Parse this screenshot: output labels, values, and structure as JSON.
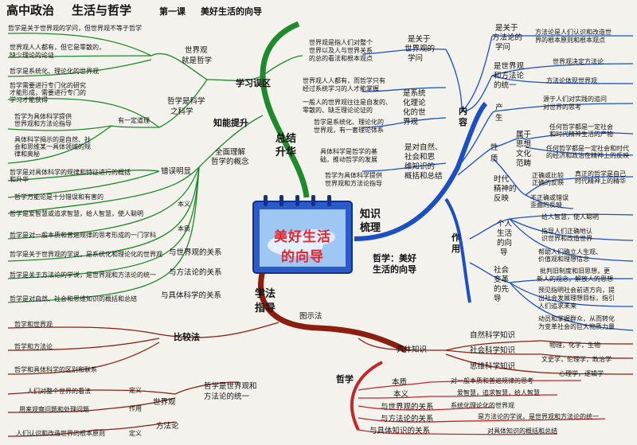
{
  "header": {
    "subject": "高中政治",
    "module": "生活与哲学",
    "lesson": "第一课",
    "lesson_title": "美好生活的向导"
  },
  "center": {
    "line1": "美好生活",
    "line2": "的向导"
  },
  "branches": {
    "summary": "总结",
    "summary2": "升华",
    "knowledge": "知识",
    "knowledge2": "梳理",
    "method": "学法",
    "method2": "指导",
    "study_area": "学习误区",
    "improve": "知能提升",
    "understand": "全面理解",
    "understand2": "哲学的概念",
    "phil_good": "哲学：美好",
    "phil_good2": "生活的向导",
    "content": "内",
    "content2": "容",
    "role": "作",
    "role2": "用",
    "diagram": "图示法",
    "compare": "比较法",
    "specific": "具体知识",
    "philosophy": "哲学",
    "unity": "哲学是世界观和",
    "unity2": "方法论的统一"
  },
  "left_top": {
    "l1": "哲学是关于世界观的学问，但世界观不等于哲学",
    "l2a": "世界观人人都有，但它是零散的，",
    "l2b": "缺少理论的论证",
    "l3": "哲学是系统化、理论化的世界观",
    "l4a": "哲学需要进行专门化的研究",
    "l4b": "才能形成，需要进行专门的",
    "l4c": "学习才能获得",
    "l5a": "哲学为具体科学提供",
    "l5b": "世界观和方法论指导",
    "l6a": "具体科学揭示的是自然、社",
    "l6b": "会和思维某一具体领域的规",
    "l6c": "律和奥秘",
    "l7a": "哲学是对具体科学的规律和特征进行的概括",
    "l7b": "和升华",
    "l8": "哲学万能论是十分错误和有害的",
    "l9": "哲学是爱智慧或追求智慧，给人智慧，使人聪明",
    "l10": "哲学是对一般本质和普遍规律的思考形成的一门学科",
    "l11": "哲学是关于世界观的学说，是系统化和理论化的世界观",
    "l12": "哲学是关于方法论的学说，是世界观和方法论的统一",
    "l13": "哲学是对自然、社会和思维知识的概括和总结",
    "wv_phil": "世界观",
    "wv_phil2": "就是哲学",
    "sci_phil": "哲学是科学",
    "sci_phil2": "之科学",
    "some_truth": "有一定道理",
    "wrong": "错误明显",
    "meaning": "本义",
    "essence": "本质",
    "rel_world": "与世界观的关系",
    "rel_method": "与方法论的关系",
    "rel_science": "与具体科学的关系"
  },
  "mid": {
    "a1": "世界观是指人们对整个",
    "a2": "世界以及人与世界关系",
    "a3": "的总的看法和根本观点",
    "about_wv": "是关于",
    "about_wv2": "世界观的",
    "about_wv3": "学问",
    "b1": "世界观人人都有，而哲学只有",
    "b2": "经过系统学习的人才能掌握",
    "c1": "一般人的世界观往往是自发的、",
    "c2": "零散的、缺乏理论论证的",
    "d1": "哲学是系统化、理论化的",
    "d2": "世界观，有一套理论体系",
    "sys": "是系统",
    "sys2": "化理论",
    "sys3": "化的世",
    "sys4": "界观",
    "e1": "具体科学是哲学的基",
    "e2": "础，推动哲学的发展",
    "f1": "哲学为具体科学提供",
    "f2": "世界观和方法论指导",
    "g1": "是对自然、",
    "g2": "社会和思",
    "g3": "维知识的",
    "g4": "概括和总结"
  },
  "right": {
    "method_study": "是关于",
    "method_study2": "方法论的",
    "method_study3": "学问",
    "method_desc": "方法论是人们认识和改造世",
    "method_desc2": "界的根本原则和根本观点",
    "unity": "是世界观",
    "unity2": "和方法论",
    "unity3": "的统一",
    "u1": "世界观决定方法论",
    "u2": "方法论体现世界观",
    "origin": "产",
    "origin2": "生",
    "origin_desc": "源于人们对实践的追问",
    "origin_desc2": "对世界的思考",
    "nature": "性",
    "nature2": "质",
    "culture": "属于",
    "culture2": "思想",
    "culture3": "文化",
    "culture4": "范畴",
    "cu1": "任何哲学都是一定社会",
    "cu2": "和时代精神生活的产物",
    "cu3": "任何哲学都是一定社会和时代",
    "cu4": "的经济和政治在精神上的反映",
    "spirit": "时代",
    "spirit2": "精神的",
    "spirit3": "反映",
    "sp1": "正确或比较",
    "sp2": "正确的反映",
    "sp3": "真正的哲学是自己",
    "sp4": "时代精神上的精华",
    "sp5": "不正确或错误",
    "sp6": "歪曲的反映",
    "personal": "个人",
    "personal2": "生活",
    "personal3": "的向",
    "personal4": "导",
    "pe1": "给人智慧，使人聪明",
    "pe2": "指导人们正确地认",
    "pe3": "识世界和改造世界",
    "pe4": "帮助人们确立人生观、",
    "pe5": "价值观和理想信念",
    "social": "社会",
    "social2": "变革",
    "social3": "的先",
    "social4": "导",
    "so1": "批判旧制度和旧思想，更",
    "so2": "新人的观念，解放人的思想",
    "so3": "预见指明社会前进方向，提",
    "so4": "出社会发展理想目标，指引",
    "so5": "人们追求未来",
    "so6": "动员和掌握群众，从而转化",
    "so7": "为变革社会的巨大物质力量"
  },
  "bottom": {
    "cmp1": "哲学和世界观",
    "cmp2": "哲学和方法论",
    "cmp3": "哲学和具体科学的区别和联系",
    "nat_sci": "自然科学知识",
    "soc_sci": "社会科学知识",
    "think_sci": "思维科学知识",
    "nat_ex": "物理，化学，生物",
    "soc_ex": "文史学，伦理学，政治学",
    "think_ex": "心理学，逻辑学",
    "essence": "本质",
    "essence_desc": "对一般本质和普遍规律的思考",
    "meaning": "本义",
    "meaning_desc": "爱智慧，追求智慧，给人智慧",
    "rel_wv": "与世界观的关系",
    "rel_wv_desc": "系统化理论化的世界观",
    "rel_m": "与方法论的关系",
    "rel_m_desc": "是方法论的学说，是世界观和方法论的统一",
    "rel_s": "与具体知识的关系",
    "rel_s_desc": "对具体知识的概括和总结",
    "wv": "世界观",
    "def": "定义",
    "wv_def": "人们对整个世界的看法",
    "func": "作用",
    "wv_func": "用来观察问题和处理问题",
    "method": "方法论",
    "def2": "定义",
    "m_def": "人们认识和改造世界的根本原则"
  },
  "colors": {
    "green": "#1f8a2c",
    "blue": "#1b4fc4",
    "brown": "#8a1f10",
    "red": "#c0282a",
    "center": "#2b5bc8"
  }
}
